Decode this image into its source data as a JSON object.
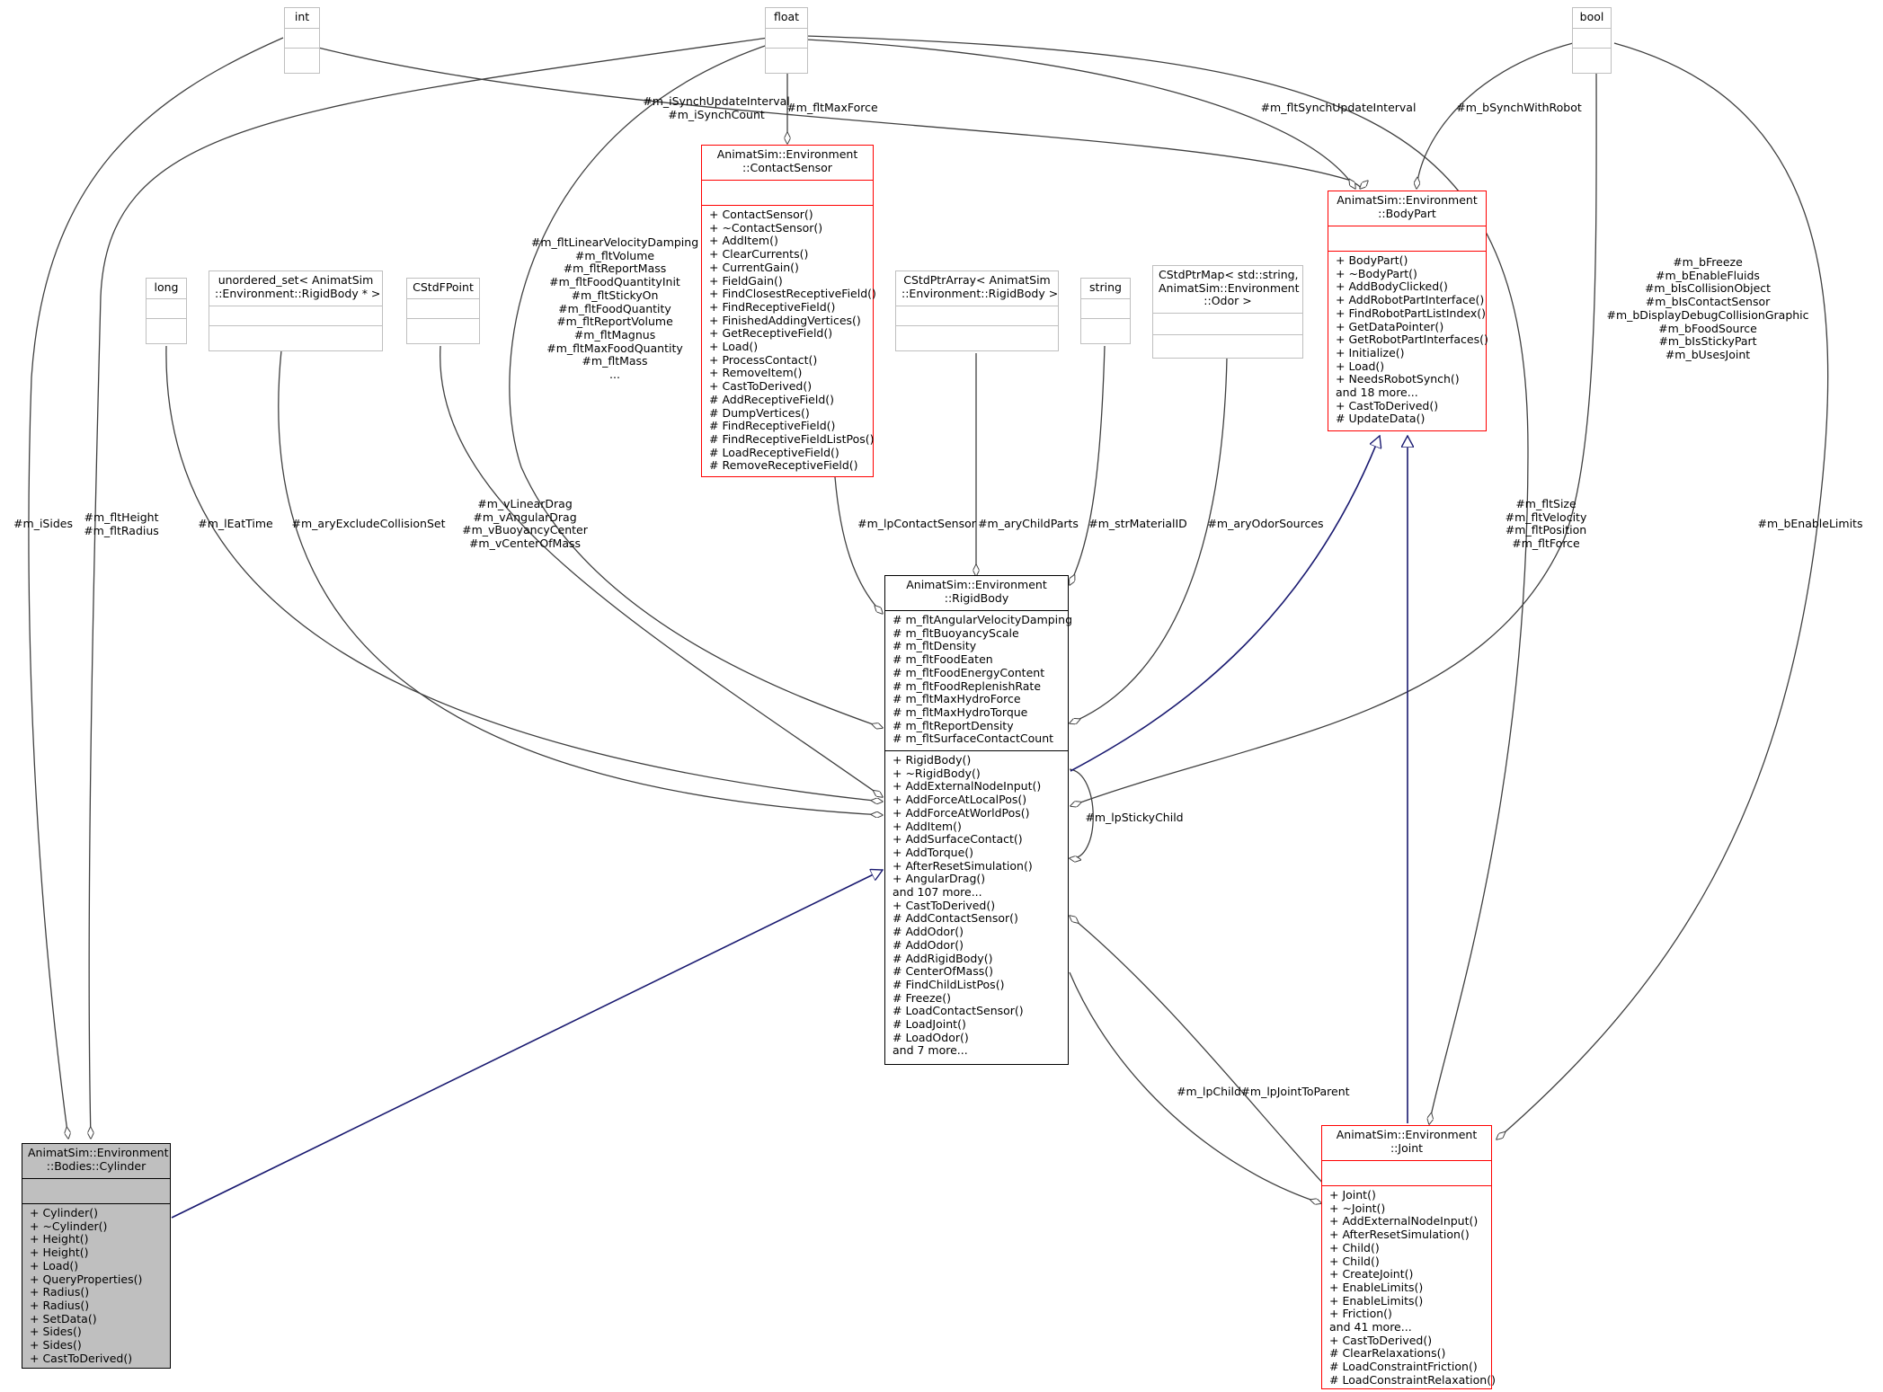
{
  "nodes": {
    "int": {
      "title": [
        "int"
      ],
      "attributes": [],
      "methods": []
    },
    "float": {
      "title": [
        "float"
      ],
      "attributes": [],
      "methods": []
    },
    "bool": {
      "title": [
        "bool"
      ],
      "attributes": [],
      "methods": []
    },
    "long": {
      "title": [
        "long"
      ],
      "attributes": [],
      "methods": []
    },
    "unordered_set": {
      "title": [
        "unordered_set< AnimatSim",
        "::Environment::RigidBody * >"
      ],
      "attributes": [],
      "methods": []
    },
    "cstdfpoint": {
      "title": [
        "CStdFPoint"
      ],
      "attributes": [],
      "methods": []
    },
    "cstdptrarray": {
      "title": [
        "CStdPtrArray< AnimatSim",
        "::Environment::RigidBody >"
      ],
      "attributes": [],
      "methods": []
    },
    "string": {
      "title": [
        "string"
      ],
      "attributes": [],
      "methods": []
    },
    "cstdptrmap": {
      "title": [
        "CStdPtrMap< std::string,",
        "AnimatSim::Environment",
        "::Odor >"
      ],
      "attributes": [],
      "methods": []
    },
    "contactsensor": {
      "title": [
        "AnimatSim::Environment",
        "::ContactSensor"
      ],
      "attributes": [],
      "methods": [
        "+ ContactSensor()",
        "+ ~ContactSensor()",
        "+ AddItem()",
        "+ ClearCurrents()",
        "+ CurrentGain()",
        "+ FieldGain()",
        "+ FindClosestReceptiveField()",
        "+ FindReceptiveField()",
        "+ FinishedAddingVertices()",
        "+ GetReceptiveField()",
        "+ Load()",
        "+ ProcessContact()",
        "+ RemoveItem()",
        "+ CastToDerived()",
        "# AddReceptiveField()",
        "# DumpVertices()",
        "# FindReceptiveField()",
        "# FindReceptiveFieldListPos()",
        "# LoadReceptiveField()",
        "# RemoveReceptiveField()"
      ]
    },
    "bodypart": {
      "title": [
        "AnimatSim::Environment",
        "::BodyPart"
      ],
      "attributes": [],
      "methods": [
        "+ BodyPart()",
        "+ ~BodyPart()",
        "+ AddBodyClicked()",
        "+ AddRobotPartInterface()",
        "+ FindRobotPartListIndex()",
        "+ GetDataPointer()",
        "+ GetRobotPartInterfaces()",
        "+ Initialize()",
        "+ Load()",
        "+ NeedsRobotSynch()",
        "and 18 more...",
        "+ CastToDerived()",
        "# UpdateData()"
      ]
    },
    "rigidbody": {
      "title": [
        "AnimatSim::Environment",
        "::RigidBody"
      ],
      "attributes": [
        "# m_fltAngularVelocityDamping",
        "# m_fltBuoyancyScale",
        "# m_fltDensity",
        "# m_fltFoodEaten",
        "# m_fltFoodEnergyContent",
        "# m_fltFoodReplenishRate",
        "# m_fltMaxHydroForce",
        "# m_fltMaxHydroTorque",
        "# m_fltReportDensity",
        "# m_fltSurfaceContactCount"
      ],
      "methods": [
        "+ RigidBody()",
        "+ ~RigidBody()",
        "+ AddExternalNodeInput()",
        "+ AddForceAtLocalPos()",
        "+ AddForceAtWorldPos()",
        "+ AddItem()",
        "+ AddSurfaceContact()",
        "+ AddTorque()",
        "+ AfterResetSimulation()",
        "+ AngularDrag()",
        "and 107 more...",
        "+ CastToDerived()",
        "# AddContactSensor()",
        "# AddOdor()",
        "# AddOdor()",
        "# AddRigidBody()",
        "# CenterOfMass()",
        "# FindChildListPos()",
        "# Freeze()",
        "# LoadContactSensor()",
        "# LoadJoint()",
        "# LoadOdor()",
        "and 7 more..."
      ]
    },
    "cylinder": {
      "title": [
        "AnimatSim::Environment",
        "::Bodies::Cylinder"
      ],
      "attributes": [],
      "methods": [
        "+ Cylinder()",
        "+ ~Cylinder()",
        "+ Height()",
        "+ Height()",
        "+ Load()",
        "+ QueryProperties()",
        "+ Radius()",
        "+ Radius()",
        "+ SetData()",
        "+ Sides()",
        "+ Sides()",
        "+ CastToDerived()"
      ]
    },
    "joint": {
      "title": [
        "AnimatSim::Environment",
        "::Joint"
      ],
      "attributes": [],
      "methods": [
        "+ Joint()",
        "+ ~Joint()",
        "+ AddExternalNodeInput()",
        "+ AfterResetSimulation()",
        "+ Child()",
        "+ Child()",
        "+ CreateJoint()",
        "+ EnableLimits()",
        "+ EnableLimits()",
        "+ Friction()",
        "and 41 more...",
        "+ CastToDerived()",
        "# ClearRelaxations()",
        "# LoadConstraintFriction()",
        "# LoadConstraintRelaxation()"
      ]
    }
  },
  "edge_labels": {
    "iSides": [
      "#m_iSides"
    ],
    "heightRadius": [
      "#m_fltHeight",
      "#m_fltRadius"
    ],
    "synchInterval": [
      "#m_iSynchUpdateInterval",
      "#m_iSynchCount"
    ],
    "maxForce": [
      "#m_fltMaxForce"
    ],
    "fltSynch": [
      "#m_fltSynchUpdateInterval"
    ],
    "bSynch": [
      "#m_bSynchWithRobot"
    ],
    "floatRigid": [
      "#m_fltLinearVelocityDamping",
      "#m_fltVolume",
      "#m_fltReportMass",
      "#m_fltFoodQuantityInit",
      "#m_fltStickyOn",
      "#m_fltFoodQuantity",
      "#m_fltReportVolume",
      "#m_fltMagnus",
      "#m_fltMaxFoodQuantity",
      "#m_fltMass",
      "..."
    ],
    "boolRigid": [
      "#m_bFreeze",
      "#m_bEnableFluids",
      "#m_bIsCollisionObject",
      "#m_bIsContactSensor",
      "#m_bDisplayDebugCollisionGraphic",
      "#m_bFoodSource",
      "#m_bIsStickyPart",
      "#m_bUsesJoint"
    ],
    "eatTime": [
      "#m_lEatTime"
    ],
    "excludeSet": [
      "#m_aryExcludeCollisionSet"
    ],
    "drag": [
      "#m_vLinearDrag",
      "#m_vAngularDrag",
      "#m_vBuoyancyCenter",
      "#m_vCenterOfMass"
    ],
    "contactSensor": [
      "#m_lpContactSensor"
    ],
    "childParts": [
      "#m_aryChildParts"
    ],
    "materialID": [
      "#m_strMaterialID"
    ],
    "odorSources": [
      "#m_aryOdorSources"
    ],
    "floatJoint": [
      "#m_fltSize",
      "#m_fltVelocity",
      "#m_fltPosition",
      "#m_fltForce"
    ],
    "enableLimits": [
      "#m_bEnableLimits"
    ],
    "stickyChild": [
      "#m_lpStickyChild"
    ],
    "child": [
      "#m_lpChild"
    ],
    "jointToParent": [
      "#m_lpJointToParent"
    ]
  }
}
